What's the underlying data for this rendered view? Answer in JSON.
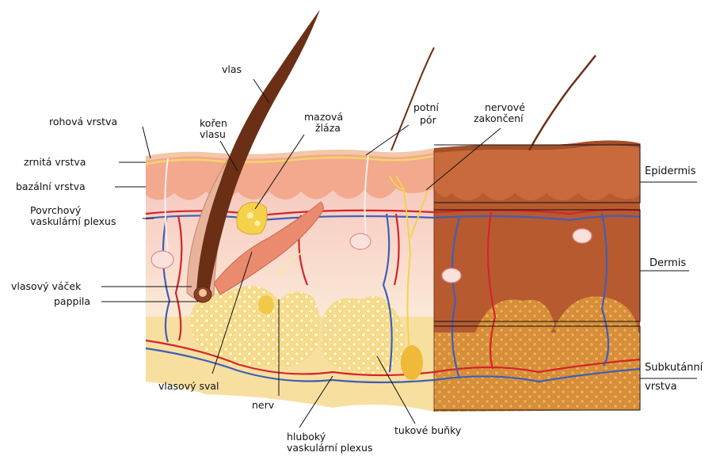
{
  "labels": {
    "vlas": "vlas",
    "koren_vlasu_1": "kořen",
    "koren_vlasu_2": "vlasu",
    "mazova_zlaza_1": "mazová",
    "mazova_zlaza_2": "žláza",
    "potni_por_1": "potní",
    "potni_por_2": "pór",
    "nervove_zakonceni_1": "nervové",
    "nervove_zakonceni_2": "zakončení",
    "rohova_vrstva": "rohová vrstva",
    "zrnita_vrstva": "zrnitá vrstva",
    "bazalni_vrstva": "bazální vrstva",
    "povrchovy_plexus_1": "Povrchový",
    "povrchovy_plexus_2": "vaskulární plexus",
    "vlasovy_vacek": "vlasový váček",
    "pappila": "pappila",
    "vlasovy_sval": "vlasový sval",
    "nerv": "nerv",
    "hluboky_plexus_1": "hluboký",
    "hluboky_plexus_2": "vaskulární plexus",
    "tukove_bunky": "tukové buňky",
    "epidermis": "Epidermis",
    "dermis": "Dermis",
    "subkutanni_1": "Subkutánní",
    "subkutanni_2": "vrstva"
  },
  "colors": {
    "epidermis": "#f1a98b",
    "dermis": "#f7d0c4",
    "fat": "#f5dc8a",
    "artery": "#d6232a",
    "vein": "#3f5fb6",
    "hair": "#6b2f16",
    "muscle": "#e9886a",
    "gland": "#f4d24b"
  }
}
